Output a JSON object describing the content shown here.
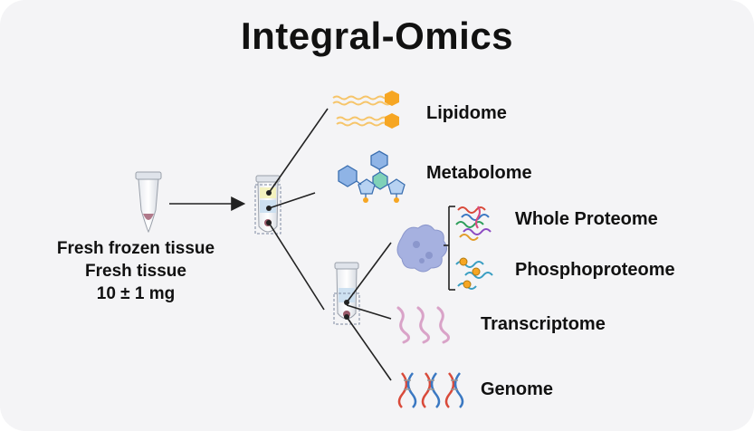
{
  "title": "Integral-Omics",
  "sample": {
    "line1": "Fresh frozen tissue",
    "line2": "Fresh tissue",
    "line3": "10 ± 1 mg"
  },
  "outputs": {
    "lipidome": "Lipidome",
    "metabolome": "Metabolome",
    "whole_proteome": "Whole Proteome",
    "phosphoproteome": "Phosphoproteome",
    "transcriptome": "Transcriptome",
    "genome": "Genome"
  },
  "icons": {
    "sample_tube": "tube-icon",
    "lipid": "lipid-icon",
    "metabolite": "metabolite-icon",
    "protein": "protein-icon",
    "peptides": "peptides-icon",
    "phospho": "phosphopeptide-icon",
    "rna": "rna-icon",
    "dna": "dna-icon"
  },
  "colors": {
    "background": "#f4f4f6",
    "line": "#222222",
    "lipid": "#f6a623",
    "metabolite": "#7aa7e0",
    "protein": "#9aa8dc",
    "rna": "#d9a3c8",
    "dna_red": "#d94a3a",
    "dna_blue": "#3a78c2"
  }
}
